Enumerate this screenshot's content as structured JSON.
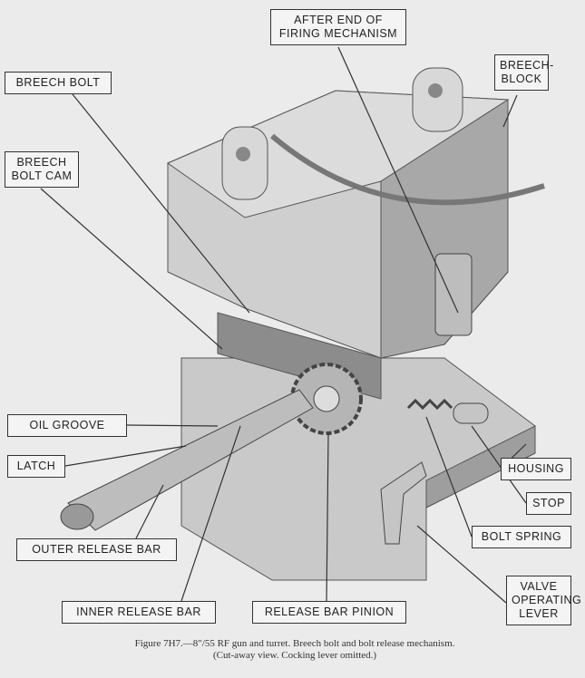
{
  "labels": {
    "after_end": "AFTER END OF FIRING MECHANISM",
    "breech_bolt": "BREECH BOLT",
    "breech_block": "BREECH-BLOCK",
    "breech_bolt_cam": "BREECH BOLT CAM",
    "oil_groove": "OIL GROOVE",
    "latch": "LATCH",
    "housing": "HOUSING",
    "stop": "STOP",
    "bolt_spring": "BOLT SPRING",
    "outer_release_bar": "OUTER RELEASE BAR",
    "valve_operating_lever": "VALVE OPERATING LEVER",
    "inner_release_bar": "INNER RELEASE BAR",
    "release_bar_pinion": "RELEASE BAR PINION"
  },
  "caption": {
    "line1": "Figure 7H7.—8\"/55 RF gun and turret.  Breech bolt and bolt release mechanism.",
    "line2": "(Cut-away view.  Cocking lever omitted.)"
  }
}
